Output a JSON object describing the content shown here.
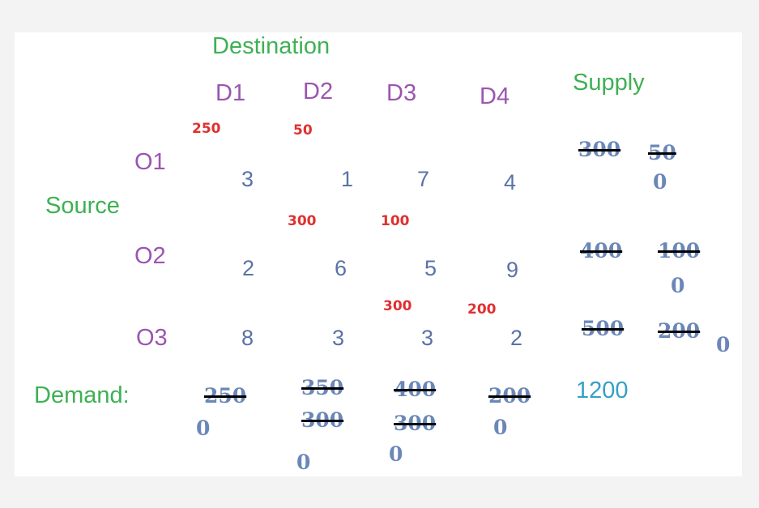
{
  "header": {
    "destination": "Destination",
    "supply": "Supply",
    "source": "Source",
    "demand": "Demand:"
  },
  "columns": [
    "D1",
    "D2",
    "D3",
    "D4"
  ],
  "rows": [
    "O1",
    "O2",
    "O3"
  ],
  "costs": {
    "r1": [
      "3",
      "1",
      "7",
      "4"
    ],
    "r2": [
      "2",
      "6",
      "5",
      "9"
    ],
    "r3": [
      "8",
      "3",
      "3",
      "2"
    ]
  },
  "allocations": {
    "o1_d1": "250",
    "o1_d2": "50",
    "o2_d2": "300",
    "o2_d3": "100",
    "o3_d3": "300",
    "o3_d4": "200"
  },
  "supply_values": {
    "o1": [
      "300",
      "50",
      "0"
    ],
    "o2": [
      "400",
      "100",
      "0"
    ],
    "o3": [
      "500",
      "200",
      "0"
    ]
  },
  "demand_values": {
    "d1": [
      "250",
      "0"
    ],
    "d2": [
      "350",
      "300",
      "0"
    ],
    "d3": [
      "400",
      "300",
      "0"
    ],
    "d4": [
      "200",
      "0"
    ]
  },
  "total": "1200",
  "colors": {
    "label_green": "#3fb054",
    "label_purple": "#9b55b0",
    "cost_blue": "#5a72a8",
    "allocation_red": "#e03030",
    "handwritten_blue": "#6b87b8",
    "total_cyan": "#34a0c4"
  }
}
